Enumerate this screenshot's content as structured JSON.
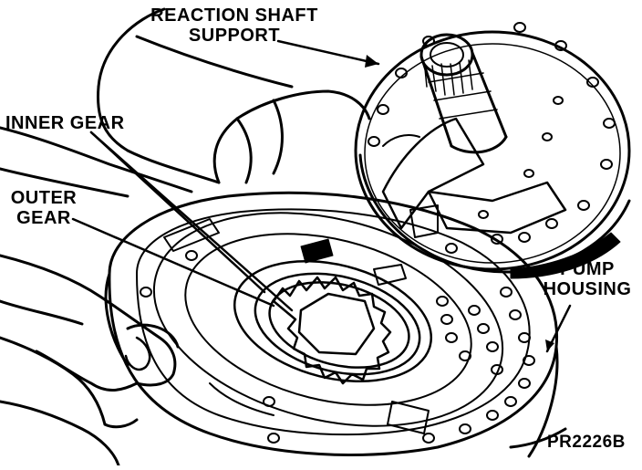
{
  "labels": {
    "reaction_shaft_support": [
      "REACTION SHAFT",
      "SUPPORT"
    ],
    "inner_gear": "INNER GEAR",
    "outer_gear": [
      "OUTER",
      "GEAR"
    ],
    "pump_housing": [
      "PUMP",
      "HOUSING"
    ],
    "figure_code": "PR2226B"
  }
}
